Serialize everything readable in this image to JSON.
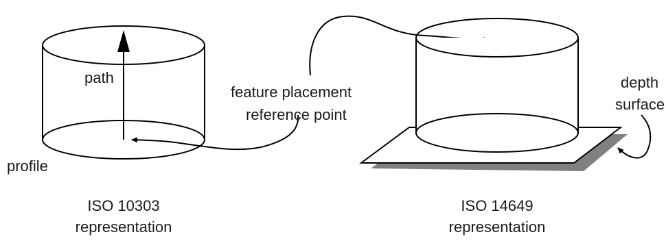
{
  "left_figure": {
    "path_label": "path",
    "profile_label": "profile",
    "caption_line1": "ISO 10303",
    "caption_line2": "representation"
  },
  "center_label": {
    "line1": "feature placement",
    "line2": "reference point"
  },
  "right_figure": {
    "depth_label_line1": "depth",
    "depth_label_line2": "surface",
    "caption_line1": "ISO 14649",
    "caption_line2": "representation"
  },
  "colors": {
    "ink": "#000000",
    "shadow": "#808080",
    "background": "#ffffff"
  }
}
